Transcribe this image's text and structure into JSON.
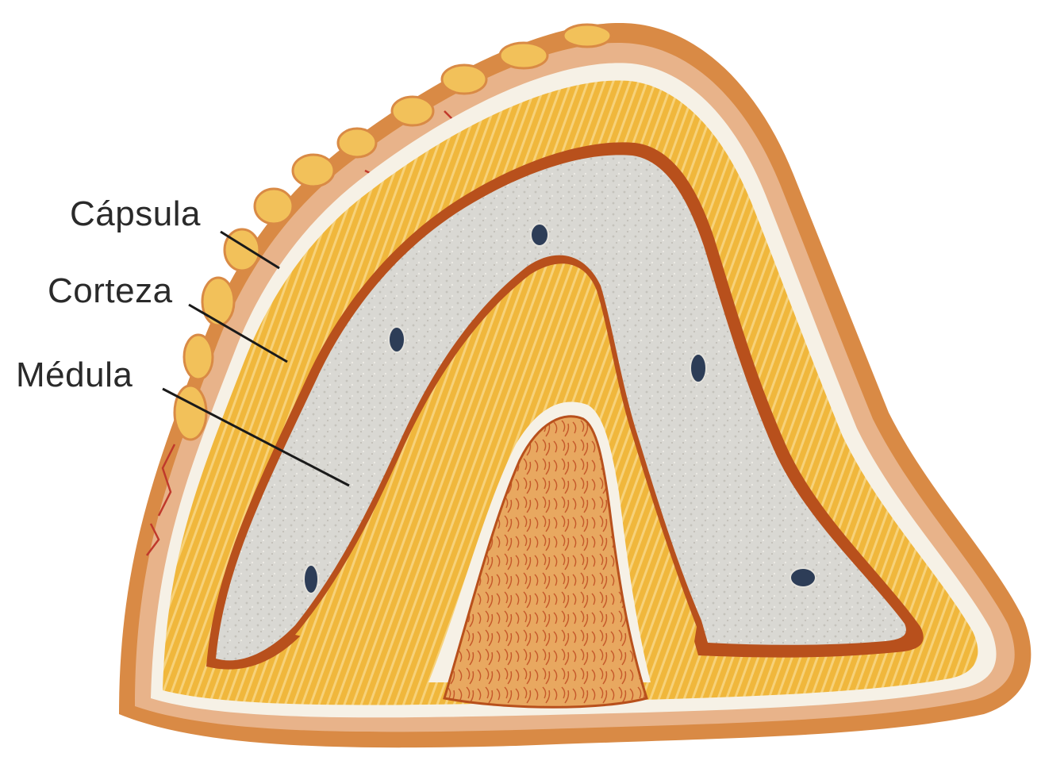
{
  "labels": {
    "capsula": "Cápsula",
    "corteza": "Corteza",
    "medula": "Médula"
  },
  "colors": {
    "capsule_outer": "#d98a45",
    "capsule_fat": "#f2c15a",
    "capsule_tissue": "#e8b38a",
    "cortex": "#f0b73c",
    "cortex_striation": "#f7d27a",
    "zona_reticularis": "#b8501c",
    "medulla": "#d9d8d3",
    "border_white": "#f6f1e6",
    "vessel": "#c0392b",
    "central_vein": "#2d3d57",
    "hilum": "#e4a25c",
    "leader_line": "#1a1a1a"
  }
}
